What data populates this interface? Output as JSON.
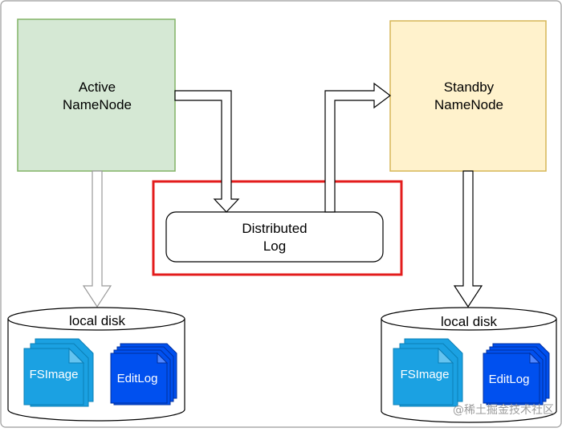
{
  "nodes": {
    "active": {
      "line1": "Active",
      "line2": "NameNode",
      "fill": "#d5e8d4",
      "stroke": "#82b366"
    },
    "standby": {
      "line1": "Standby",
      "line2": "NameNode",
      "fill": "#fff2cc",
      "stroke": "#d6b656"
    },
    "distributed_log": {
      "line1": "Distributed",
      "line2": "Log"
    }
  },
  "highlight": {
    "color": "#e31c1c"
  },
  "disks": {
    "left": {
      "label": "local disk",
      "fsimage": "FSImage",
      "editlog": "EditLog"
    },
    "right": {
      "label": "local disk",
      "fsimage": "FSImage",
      "editlog": "EditLog"
    }
  },
  "colors": {
    "fsimage_fill": "#1ba1e2",
    "editlog_fill": "#0050ef"
  },
  "watermark": {
    "text": "@稀土掘金技术社区"
  }
}
